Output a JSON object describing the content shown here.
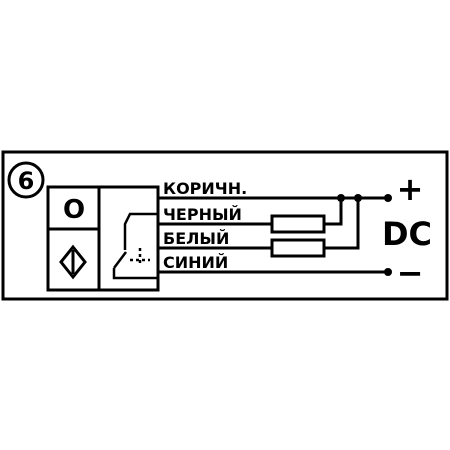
{
  "diagram": {
    "number": "6",
    "sensor_type": "O",
    "wires": [
      {
        "label": "КОРИЧН."
      },
      {
        "label": "ЧЕРНЫЙ"
      },
      {
        "label": "БЕЛЫЙ"
      },
      {
        "label": "СИНИЙ"
      }
    ],
    "supply": {
      "plus": "+",
      "type": "DC",
      "minus": "−"
    }
  }
}
